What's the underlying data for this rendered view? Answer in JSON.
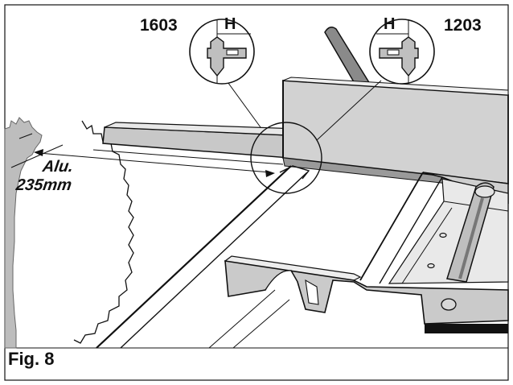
{
  "labels": {
    "model_left": "1603",
    "model_right": "1203",
    "h_left": "H",
    "h_right": "H",
    "material": "Alu.",
    "dimension": "235mm",
    "figure": "Fig. 8"
  },
  "colors": {
    "line": "#111111",
    "metal_light": "#d4d4d4",
    "metal_mid": "#b4b4b4",
    "metal_dark": "#8c8c8c",
    "blade_gray": "#bdbdbd",
    "bar_black": "#111111"
  },
  "icons": [
    "saw-blade-icon",
    "fence-profile-icon",
    "magnifier-circle-icon",
    "lever-handle-icon",
    "roller-icon"
  ]
}
